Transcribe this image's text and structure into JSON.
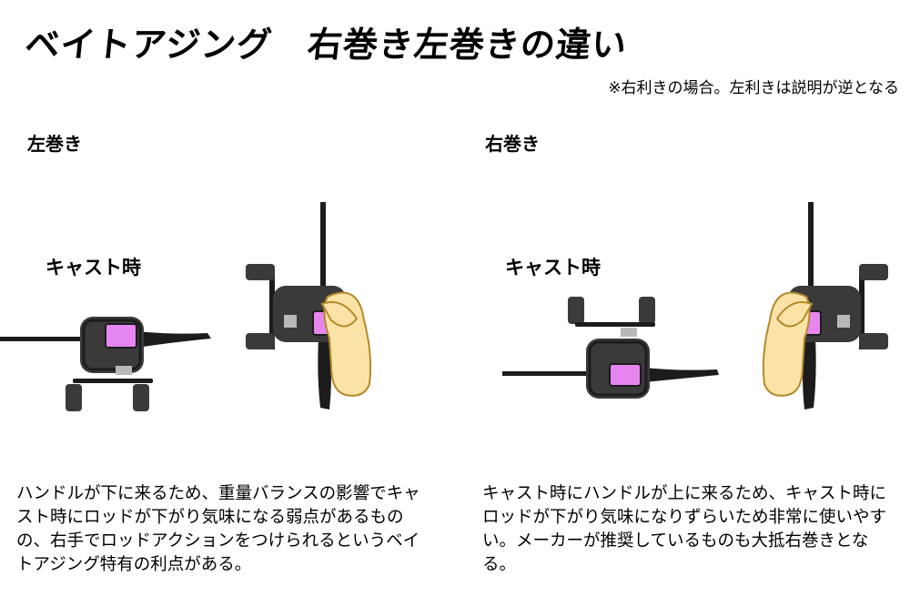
{
  "title": "ベイトアジング　右巻き左巻きの違い",
  "note": "※右利きの場合。左利きは説明が逆となる",
  "left": {
    "label": "左巻き",
    "cast_label": "キャスト時",
    "description": "ハンドルが下に来るため、重量バランスの影響でキャスト時にロッドが下がり気味になる弱点があるものの、右手でロッドアクションをつけられるというベイトアジング特有の利点がある。"
  },
  "right": {
    "label": "右巻き",
    "cast_label": "キャスト時",
    "description": "キャスト時にハンドルが上に来るため、キャスト時にロッドが下がり気味になりずらいため非常に使いやすい。メーカーが推奨しているものも大抵右巻きとなる。"
  },
  "colors": {
    "reel_body": "#3a3a3a",
    "reel_dark": "#1c1c1c",
    "spool": "#e586f0",
    "hand_fill": "#fbe3a8",
    "hand_stroke": "#b48a2c",
    "metal": "#b9b9b9"
  }
}
